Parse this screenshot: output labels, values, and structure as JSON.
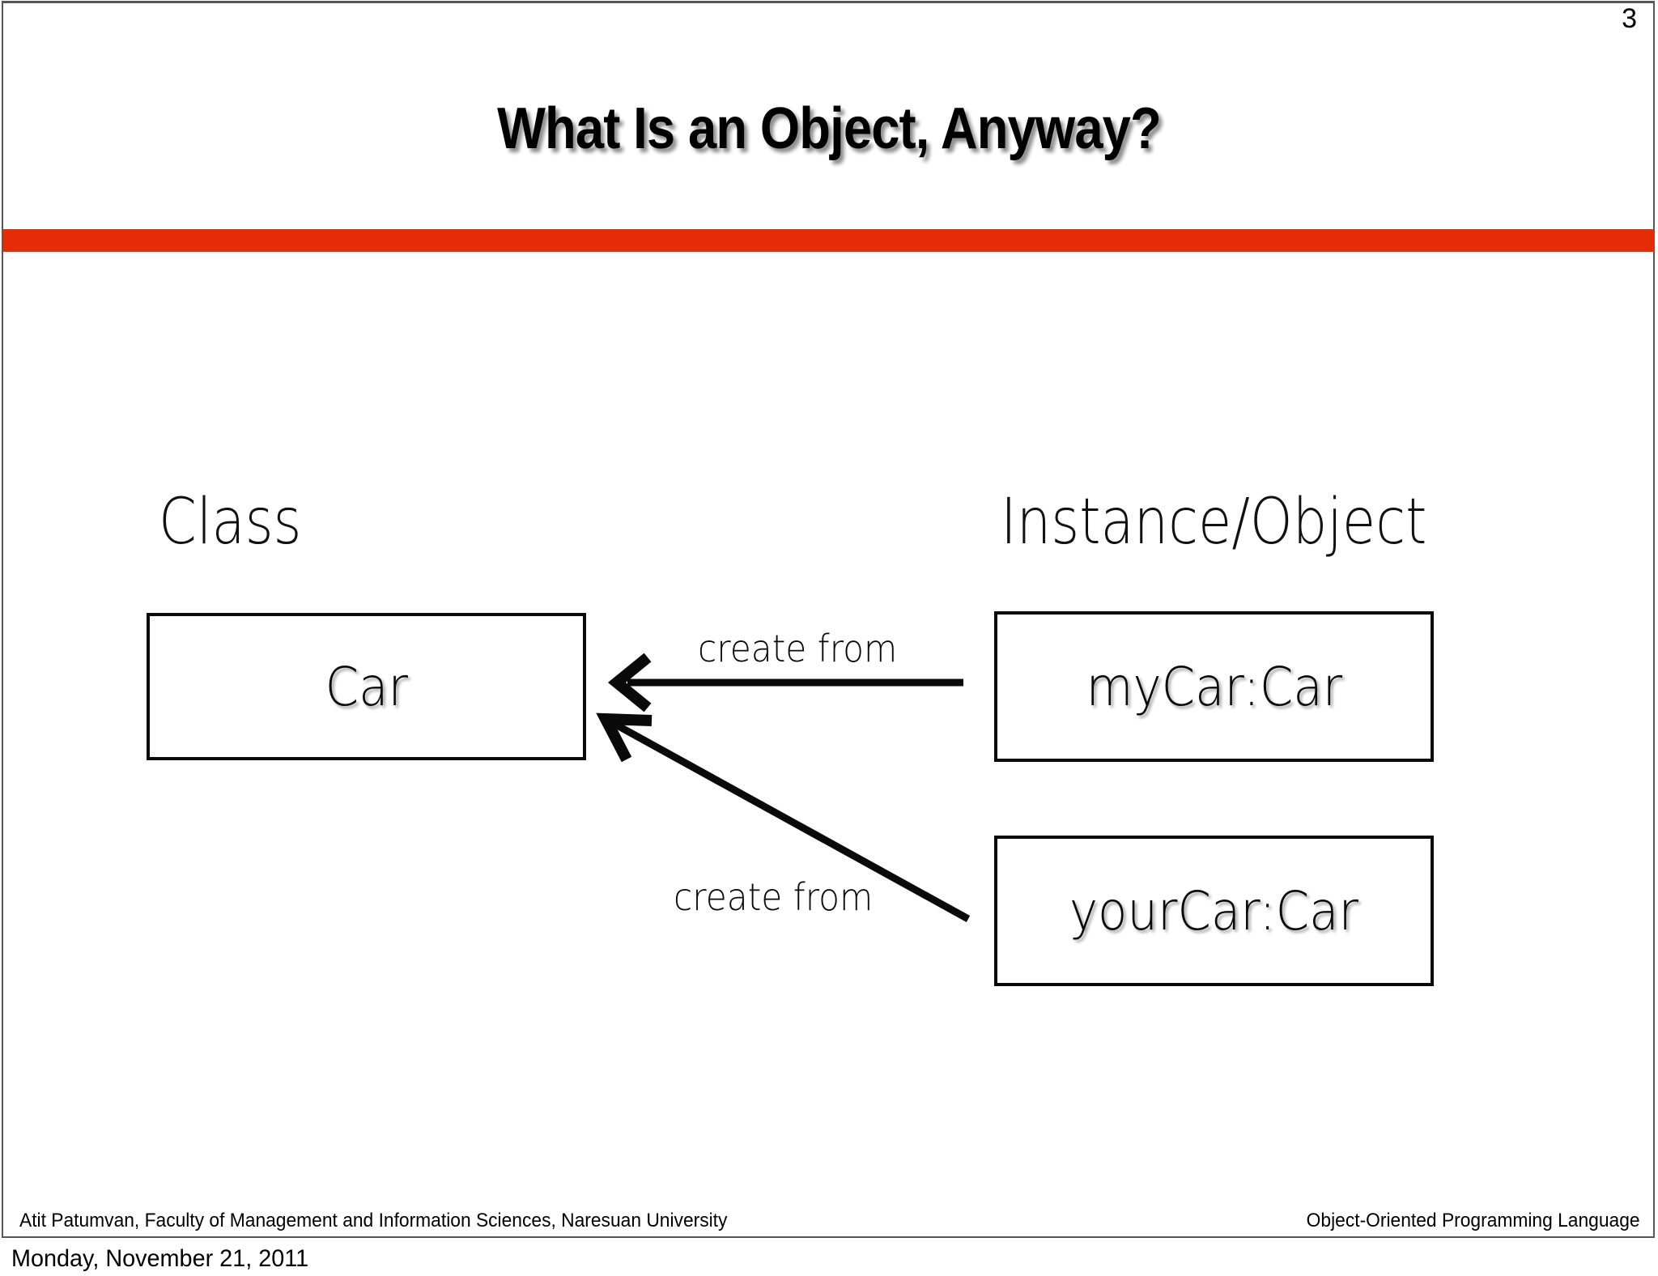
{
  "slide": {
    "page_number": "3",
    "title": "What Is an Object, Anyway?",
    "accent_color": "#e52b08",
    "background_color": "#ffffff"
  },
  "diagram": {
    "type": "uml-instantiation",
    "columns": [
      {
        "heading": "Class"
      },
      {
        "heading": "Instance/Object"
      }
    ],
    "class_box": {
      "label": "Car"
    },
    "instance_boxes": [
      {
        "label": "myCar:Car"
      },
      {
        "label": "yourCar:Car"
      }
    ],
    "relations": [
      {
        "label": "create from",
        "from": "myCar:Car",
        "to": "Car",
        "style": "straight-arrow-left"
      },
      {
        "label": "create from",
        "from": "yourCar:Car",
        "to": "Car",
        "style": "diagonal-arrow-up-left"
      }
    ]
  },
  "footer": {
    "left": "Atit Patumvan, Faculty of Management and Information Sciences, Naresuan University",
    "right": "Object-Oriented Programming Language",
    "date": "Monday, November 21, 2011"
  }
}
